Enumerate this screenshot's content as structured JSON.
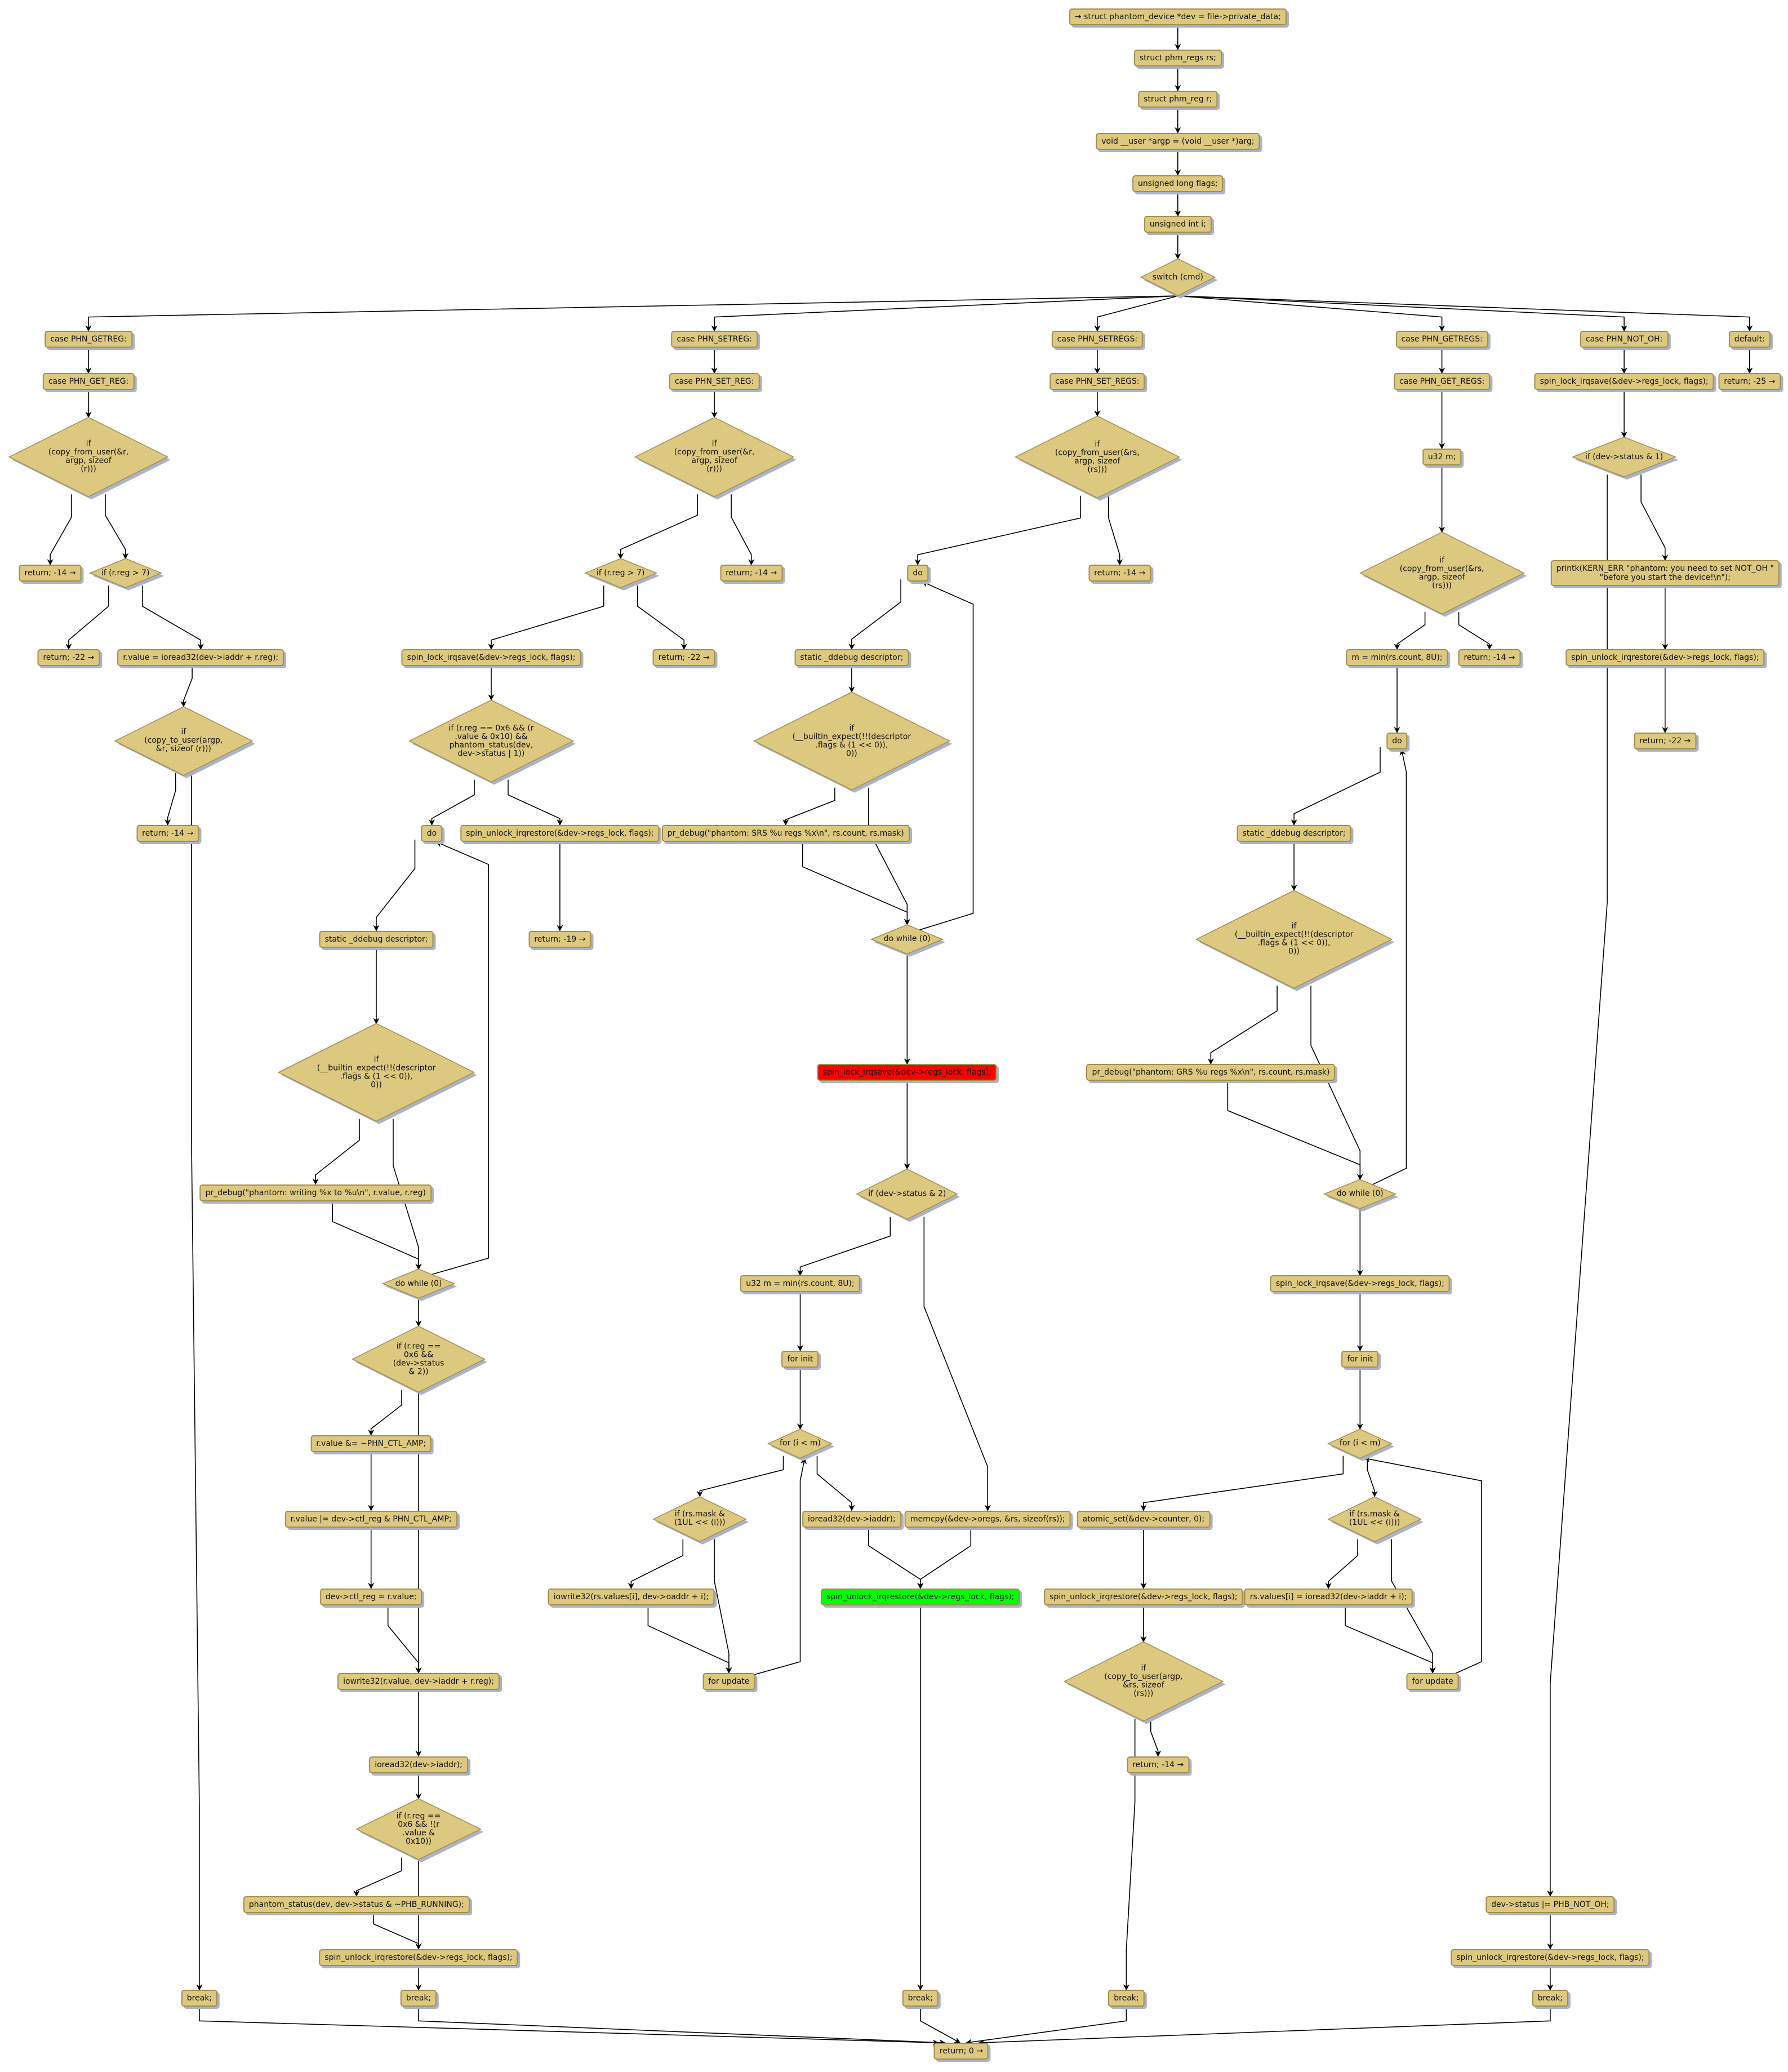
{
  "colors": {
    "node_fill": "#dcc87e",
    "highlight_red": "#ff0000",
    "highlight_green": "#00ff00",
    "edge": "#000000"
  },
  "nodes": {
    "n0": "→ struct phantom_device *dev = file->private_data;",
    "n1": "struct phm_regs rs;",
    "n2": "struct phm_reg r;",
    "n3": "void __user *argp = (void __user *)arg;",
    "n4": "unsigned long flags;",
    "n5": "unsigned int i;",
    "sw": "switch (cmd)",
    "a1": "case PHN_GETREG:",
    "a2": "case PHN_GET_REG:",
    "a3": "if\n(copy_from_user(&r,\nargp, sizeof\n(r)))",
    "a4": "return; -14 →",
    "a5": "if (r.reg > 7)",
    "a6": "return; -22 →",
    "a7": "r.value = ioread32(dev->iaddr + r.reg);",
    "a8": "if\n(copy_to_user(argp,\n&r, sizeof (r)))",
    "a9": "return; -14 →",
    "a10": "break;",
    "b1": "case PHN_SETREG:",
    "b2": "case PHN_SET_REG:",
    "b3": "if\n(copy_from_user(&r,\nargp, sizeof\n(r)))",
    "b4": "if (r.reg > 7)",
    "b5": "return; -14 →",
    "b6": "spin_lock_irqsave(&dev->regs_lock, flags);",
    "b7": "return; -22 →",
    "b8": "if (r.reg == 0x6 && (r\n.value & 0x10) &&\nphantom_status(dev,\ndev->status | 1))",
    "b9": "do",
    "b10": "spin_unlock_irqrestore(&dev->regs_lock, flags);",
    "b11": "return; -19 →",
    "b12": "static _ddebug descriptor;",
    "b13": "if\n(__builtin_expect(!!(descriptor\n.flags & (1 << 0)),\n0))",
    "b14": "pr_debug(\"phantom: writing %x to %u\\n\", r.value, r.reg)",
    "b15": "do while (0)",
    "b16": "if (r.reg ==\n0x6 &&\n(dev->status\n& 2))",
    "b17": "r.value &= ~PHN_CTL_AMP;",
    "b18": "r.value |= dev->ctl_reg & PHN_CTL_AMP;",
    "b19": "dev->ctl_reg = r.value;",
    "b20": "iowrite32(r.value, dev->iaddr + r.reg);",
    "b21": "ioread32(dev->iaddr);",
    "b22": "if (r.reg ==\n0x6 && !(r\n.value &\n0x10))",
    "b23": "phantom_status(dev, dev->status & ~PHB_RUNNING);",
    "b24": "spin_unlock_irqrestore(&dev->regs_lock, flags);",
    "b25": "break;",
    "c1": "case PHN_SETREGS:",
    "c2": "case PHN_SET_REGS:",
    "c3": "if\n(copy_from_user(&rs,\nargp, sizeof\n(rs)))",
    "c4": "do",
    "c5": "return; -14 →",
    "c6": "static _ddebug descriptor;",
    "c7": "if\n(__builtin_expect(!!(descriptor\n.flags & (1 << 0)),\n0))",
    "c8": "pr_debug(\"phantom: SRS %u regs %x\\n\", rs.count, rs.mask)",
    "c9": "do while (0)",
    "c10": "spin_lock_irqsave(&dev->regs_lock, flags);",
    "c11": "if (dev->status & 2)",
    "c12": "u32 m = min(rs.count, 8U);",
    "c13": "for init",
    "c14": "for (i < m)",
    "c15": "if (rs.mask &\n(1UL << (i)))",
    "c16": "iowrite32(rs.values[i], dev->oaddr + i);",
    "c17": "for update",
    "c18": "ioread32(dev->iaddr);",
    "c19": "memcpy(&dev->oregs, &rs, sizeof(rs));",
    "c20": "spin_unlock_irqrestore(&dev->regs_lock, flags);",
    "c21": "break;",
    "d1": "case PHN_GETREGS:",
    "d2": "case PHN_GET_REGS:",
    "d3": "u32 m;",
    "d4": "if\n(copy_from_user(&rs,\nargp, sizeof\n(rs)))",
    "d5": "m = min(rs.count, 8U);",
    "d6": "return; -14 →",
    "d7": "do",
    "d8": "static _ddebug descriptor;",
    "d9": "if\n(__builtin_expect(!!(descriptor\n.flags & (1 << 0)),\n0))",
    "d10": "pr_debug(\"phantom: GRS %u regs %x\\n\", rs.count, rs.mask)",
    "d11": "do while (0)",
    "d12": "spin_lock_irqsave(&dev->regs_lock, flags);",
    "d13": "for init",
    "d14": "for (i < m)",
    "d15": "atomic_set(&dev->counter, 0);",
    "d16": "if (rs.mask &\n(1UL << (i)))",
    "d17": "spin_unlock_irqrestore(&dev->regs_lock, flags);",
    "d18": "rs.values[i] = ioread32(dev->iaddr + i);",
    "d19": "for update",
    "d20": "if\n(copy_to_user(argp,\n&rs, sizeof\n(rs)))",
    "d21": "return; -14 →",
    "d22": "break;",
    "e1": "case PHN_NOT_OH:",
    "e2": "spin_lock_irqsave(&dev->regs_lock, flags);",
    "e3": "if (dev->status & 1)",
    "e4": "printk(KERN_ERR \"phantom: you need to set NOT_OH \"\n\"before you start the device!\\n\");",
    "e5": "spin_unlock_irqrestore(&dev->regs_lock, flags);",
    "e6": "return; -22 →",
    "e7": "dev->status |= PHB_NOT_OH;",
    "e8": "spin_unlock_irqrestore(&dev->regs_lock, flags);",
    "e9": "break;",
    "f1": "default:",
    "f2": "return; -25 →",
    "end": "return; 0 →"
  }
}
